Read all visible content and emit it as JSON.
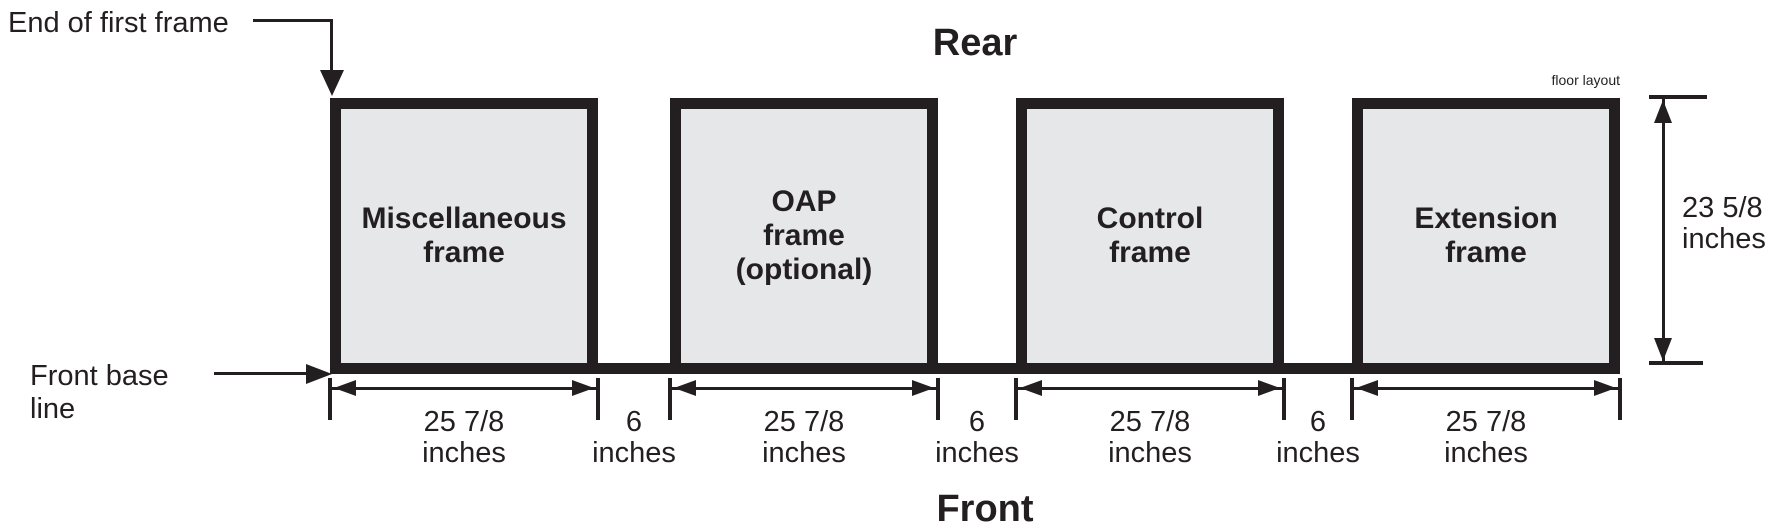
{
  "diagram": {
    "rear_title": "Rear",
    "front_title": "Front",
    "floor_layout_note": "floor layout",
    "end_of_first_frame_label": "End of first frame",
    "front_base_line_label": {
      "line1": "Front base",
      "line2": "line"
    }
  },
  "frames": [
    {
      "id": "miscellaneous-frame",
      "lines": [
        "Miscellaneous",
        "frame"
      ],
      "width": {
        "value": "25 7/8",
        "unit": "inches"
      }
    },
    {
      "id": "oap-frame",
      "lines": [
        "OAP",
        "frame",
        "(optional)"
      ],
      "width": {
        "value": "25 7/8",
        "unit": "inches"
      }
    },
    {
      "id": "control-frame",
      "lines": [
        "Control",
        "frame"
      ],
      "width": {
        "value": "25 7/8",
        "unit": "inches"
      }
    },
    {
      "id": "extension-frame",
      "lines": [
        "Extension",
        "frame"
      ],
      "width": {
        "value": "25 7/8",
        "unit": "inches"
      }
    }
  ],
  "gaps": [
    {
      "value": "6",
      "unit": "inches"
    },
    {
      "value": "6",
      "unit": "inches"
    },
    {
      "value": "6",
      "unit": "inches"
    }
  ],
  "depth": {
    "value": "23 5/8",
    "unit": "inches"
  },
  "colors": {
    "ink": "#231f20",
    "frame_fill": "#e6e7e8",
    "background": "#ffffff"
  }
}
